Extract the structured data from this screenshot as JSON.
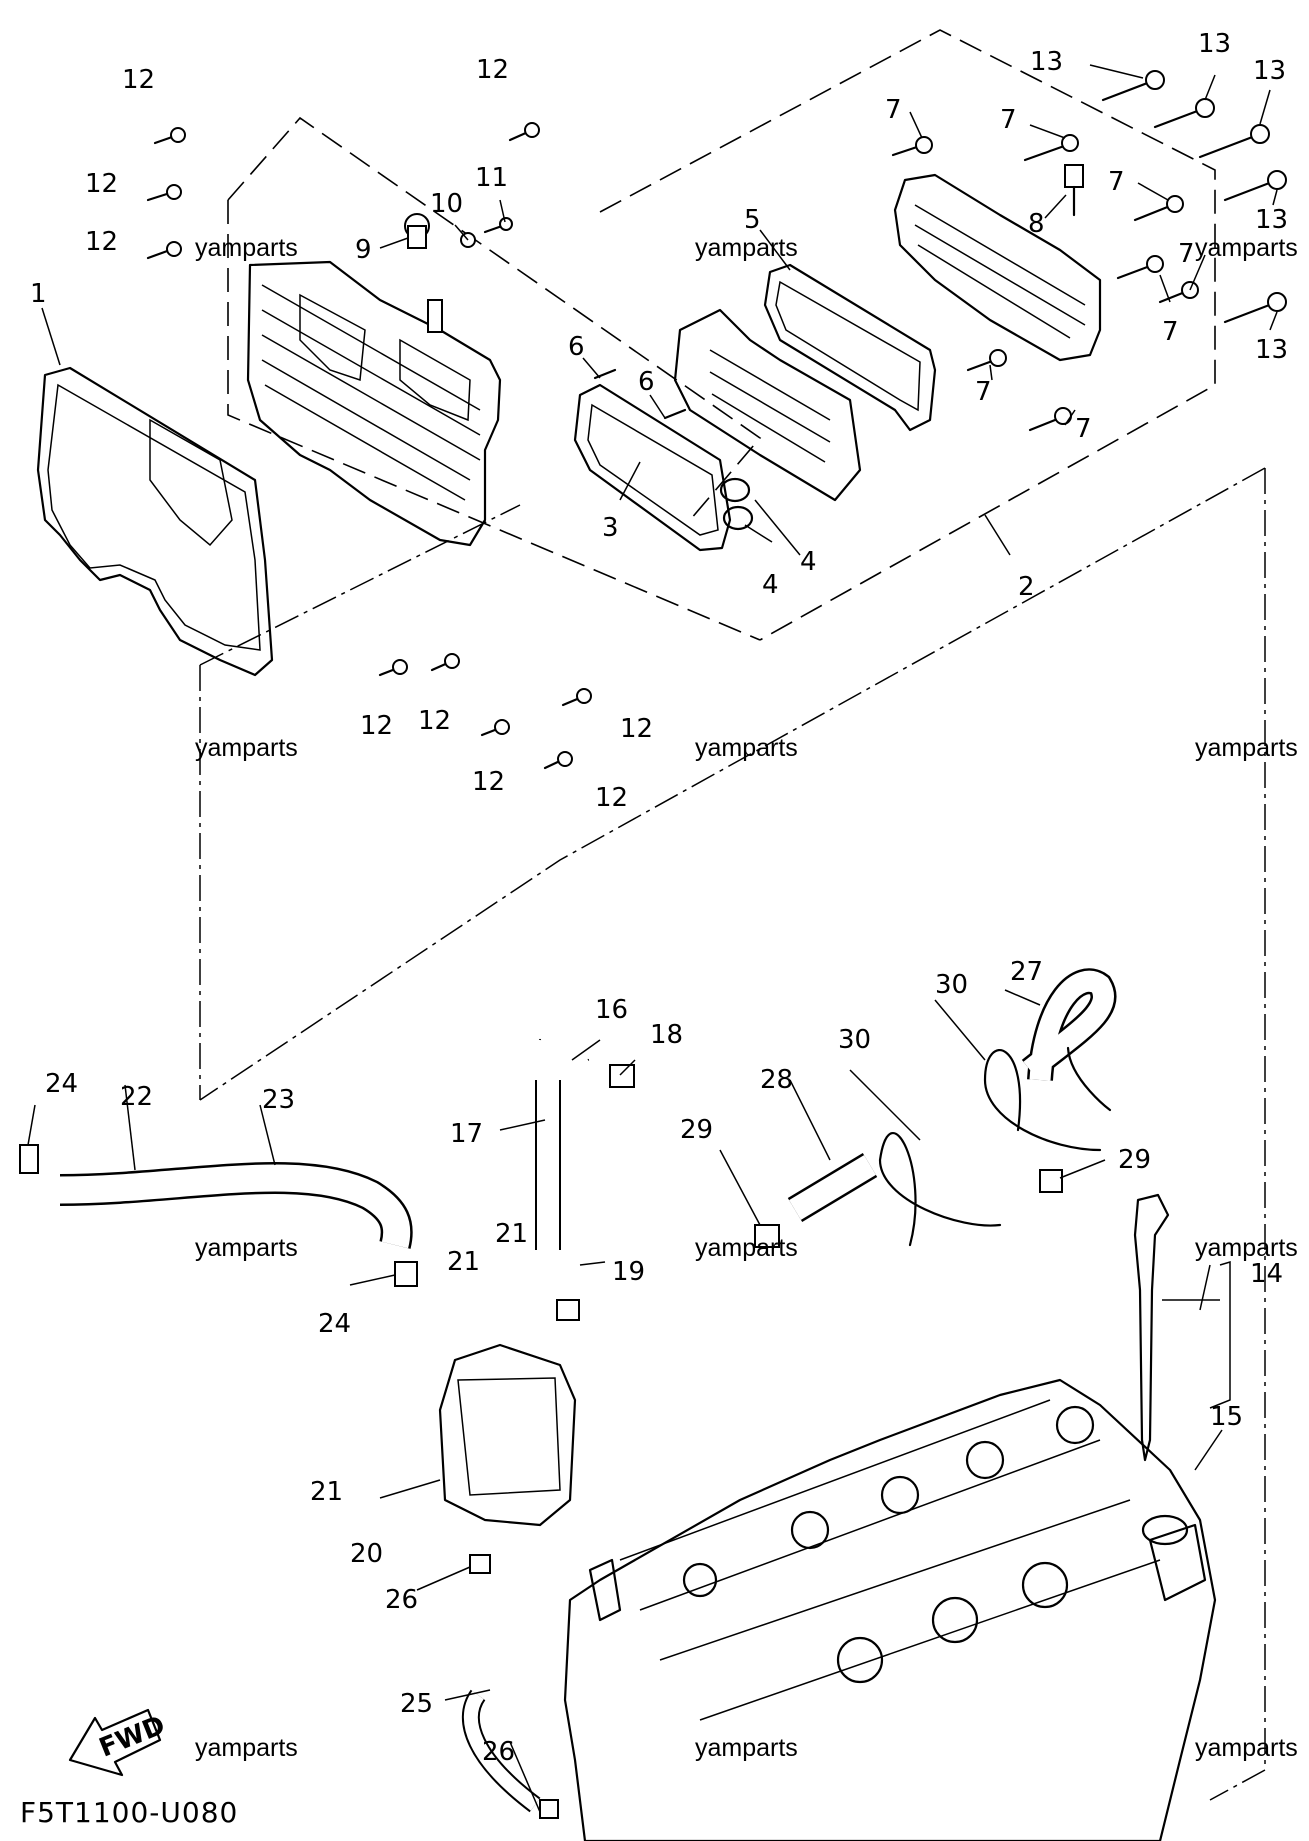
{
  "diagram_code": "F5T1100-U080",
  "watermark_text": "yamparts",
  "fwd_label": "FWD",
  "callouts": [
    {
      "id": "c1",
      "text": "1"
    },
    {
      "id": "c2",
      "text": "2"
    },
    {
      "id": "c3",
      "text": "3"
    },
    {
      "id": "c4a",
      "text": "4"
    },
    {
      "id": "c4b",
      "text": "4"
    },
    {
      "id": "c5",
      "text": "5"
    },
    {
      "id": "c6a",
      "text": "6"
    },
    {
      "id": "c6b",
      "text": "6"
    },
    {
      "id": "c7a",
      "text": "7"
    },
    {
      "id": "c7b",
      "text": "7"
    },
    {
      "id": "c7c",
      "text": "7"
    },
    {
      "id": "c7d",
      "text": "7"
    },
    {
      "id": "c7e",
      "text": "7"
    },
    {
      "id": "c7f",
      "text": "7"
    },
    {
      "id": "c7g",
      "text": "7"
    },
    {
      "id": "c8",
      "text": "8"
    },
    {
      "id": "c9",
      "text": "9"
    },
    {
      "id": "c10",
      "text": "10"
    },
    {
      "id": "c11",
      "text": "11"
    },
    {
      "id": "c12a",
      "text": "12"
    },
    {
      "id": "c12b",
      "text": "12"
    },
    {
      "id": "c12c",
      "text": "12"
    },
    {
      "id": "c12d",
      "text": "12"
    },
    {
      "id": "c12e",
      "text": "12"
    },
    {
      "id": "c12f",
      "text": "12"
    },
    {
      "id": "c12g",
      "text": "12"
    },
    {
      "id": "c12h",
      "text": "12"
    },
    {
      "id": "c12i",
      "text": "12"
    },
    {
      "id": "c13a",
      "text": "13"
    },
    {
      "id": "c13b",
      "text": "13"
    },
    {
      "id": "c13c",
      "text": "13"
    },
    {
      "id": "c13d",
      "text": "13"
    },
    {
      "id": "c13e",
      "text": "13"
    },
    {
      "id": "c14",
      "text": "14"
    },
    {
      "id": "c15",
      "text": "15"
    },
    {
      "id": "c16",
      "text": "16"
    },
    {
      "id": "c17",
      "text": "17"
    },
    {
      "id": "c18",
      "text": "18"
    },
    {
      "id": "c19",
      "text": "19"
    },
    {
      "id": "c20",
      "text": "20"
    },
    {
      "id": "c21a",
      "text": "21"
    },
    {
      "id": "c21b",
      "text": "21"
    },
    {
      "id": "c21c",
      "text": "21"
    },
    {
      "id": "c22",
      "text": "22"
    },
    {
      "id": "c23",
      "text": "23"
    },
    {
      "id": "c24a",
      "text": "24"
    },
    {
      "id": "c24b",
      "text": "24"
    },
    {
      "id": "c25",
      "text": "25"
    },
    {
      "id": "c26a",
      "text": "26"
    },
    {
      "id": "c26b",
      "text": "26"
    },
    {
      "id": "c27",
      "text": "27"
    },
    {
      "id": "c28",
      "text": "28"
    },
    {
      "id": "c29a",
      "text": "29"
    },
    {
      "id": "c29b",
      "text": "29"
    },
    {
      "id": "c30a",
      "text": "30"
    },
    {
      "id": "c30b",
      "text": "30"
    }
  ]
}
